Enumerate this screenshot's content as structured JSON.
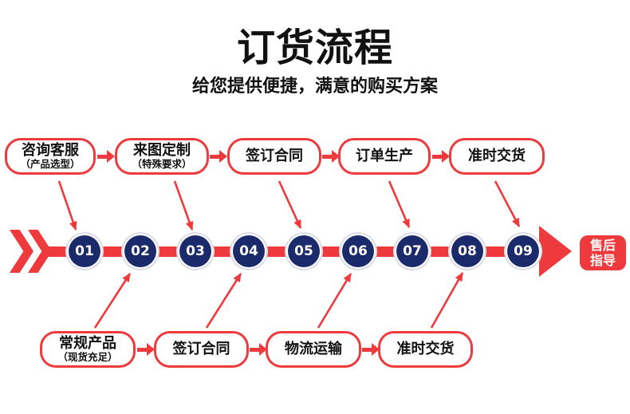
{
  "header": {
    "title": "订货流程",
    "subtitle": "给您提供便捷，满意的购买方案"
  },
  "colors": {
    "red": "#ee3a3c",
    "navy": "#1b2a6b",
    "text": "#111111",
    "white": "#ffffff"
  },
  "top_row": {
    "boxes": [
      {
        "line1": "咨询客服",
        "line2": "（产品选型）"
      },
      {
        "line1": "来图定制",
        "line2": "（特殊要求）"
      },
      {
        "line1": "签订合同",
        "line2": ""
      },
      {
        "line1": "订单生产",
        "line2": ""
      },
      {
        "line1": "准时交货",
        "line2": ""
      }
    ]
  },
  "timeline": {
    "steps": [
      {
        "number": "01"
      },
      {
        "number": "02"
      },
      {
        "number": "03"
      },
      {
        "number": "04"
      },
      {
        "number": "05"
      },
      {
        "number": "06"
      },
      {
        "number": "07"
      },
      {
        "number": "08"
      },
      {
        "number": "09"
      }
    ],
    "endpoint": {
      "line1": "售后",
      "line2": "指导"
    }
  },
  "bottom_row": {
    "boxes": [
      {
        "line1": "常规产品",
        "line2": "（现货充足）"
      },
      {
        "line1": "签订合同",
        "line2": ""
      },
      {
        "line1": "物流运输",
        "line2": ""
      },
      {
        "line1": "准时交货",
        "line2": ""
      }
    ]
  }
}
